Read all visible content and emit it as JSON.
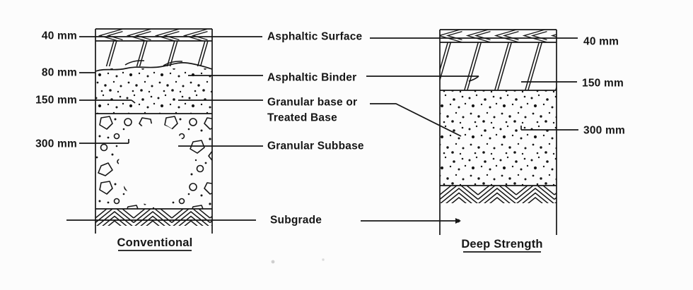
{
  "diagram": {
    "left_section": {
      "title": "Conventional",
      "measurements": [
        "40 mm",
        "80 mm",
        "150 mm",
        "300 mm"
      ]
    },
    "right_section": {
      "title": "Deep Strength",
      "measurements": [
        "40 mm",
        "150 mm",
        "300 mm"
      ]
    },
    "layer_labels": {
      "surface": "Asphaltic Surface",
      "binder": "Asphaltic Binder",
      "base_line1": "Granular base or",
      "base_line2": "Treated Base",
      "subbase": "Granular Subbase",
      "subgrade": "Subgrade"
    },
    "colors": {
      "ink": "#161616",
      "paper": "#fcfcfc"
    }
  }
}
